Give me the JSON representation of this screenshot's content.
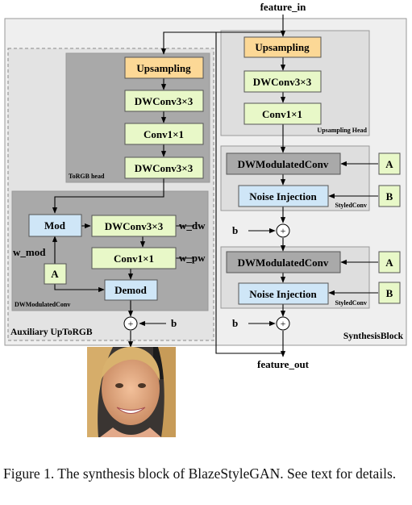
{
  "labels": {
    "feature_in": "feature_in",
    "feature_out": "feature_out",
    "synthesis_block": "SynthesisBlock",
    "aux_uptorgb": "Auxiliary UpToRGB",
    "torgb_head": "ToRGB head",
    "dwmodulated_conv": "DWModulatedConv",
    "upsampling_head": "Upsampling Head",
    "styled_conv_1": "StyledConv",
    "styled_conv_2": "StyledConv"
  },
  "boxes": {
    "upsampling_left": "Upsampling",
    "dwconv_left_1": "DWConv3×3",
    "conv1x1_left_1": "Conv1×1",
    "dwconv_left_2": "DWConv3×3",
    "mod": "Mod",
    "dwconv_mod": "DWConv3×3",
    "conv1x1_mod": "Conv1×1",
    "demod": "Demod",
    "a_left": "A",
    "upsampling_right": "Upsampling",
    "dwconv_right": "DWConv3×3",
    "conv1x1_right": "Conv1×1",
    "dwmodconv_1": "DWModulatedConv",
    "noise_injection_1": "Noise Injection",
    "dwmodconv_2": "DWModulatedConv",
    "noise_injection_2": "Noise Injection",
    "a_right_1": "A",
    "b_right_1": "B",
    "a_right_2": "A",
    "b_right_2": "B"
  },
  "side_labels": {
    "w_dw": "w_dw",
    "w_pw": "w_pw",
    "w_mod": "w_mod",
    "b_left": "b",
    "b_right_1": "b",
    "b_right_2": "b",
    "plus": "+"
  },
  "colors": {
    "orange": "#fcd896",
    "green": "#e8f8c8",
    "blue": "#cfe6f7",
    "darkgray": "#a9a9a9",
    "midgray": "#bcbcbc",
    "lightgray": "#e6e6e6",
    "outer": "#efefef"
  },
  "caption": "Figure 1.  The synthesis block of BlazeStyleGAN. See text for details."
}
